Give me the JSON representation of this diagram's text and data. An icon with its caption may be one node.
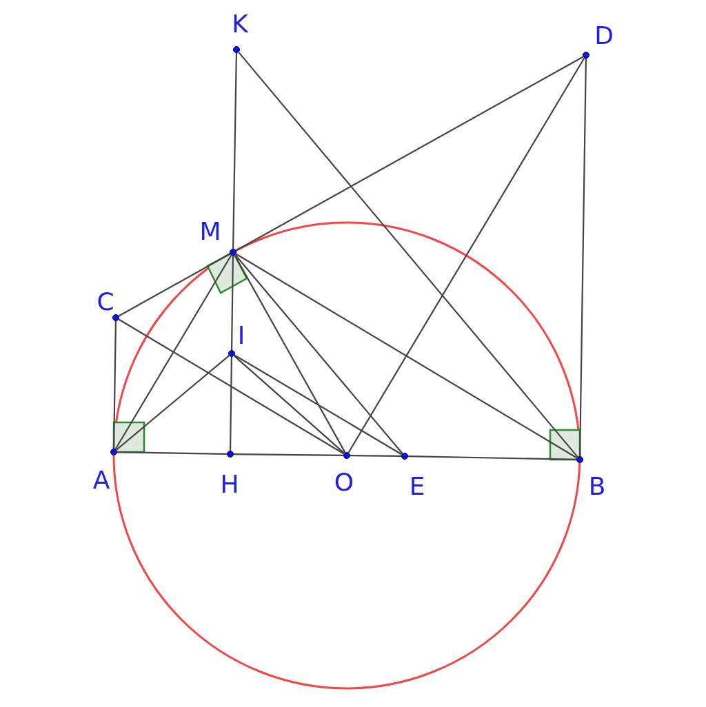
{
  "diagram": {
    "nodes": [
      {
        "text": [],
        "shape": "circle",
        "beside": [
          "K"
        ]
      },
      {
        "text": [],
        "shape": "circle",
        "beside": [
          "D"
        ]
      },
      {
        "text": [],
        "shape": "circle",
        "beside": [
          "M"
        ]
      },
      {
        "text": [],
        "shape": "circle",
        "beside": [
          "C"
        ]
      },
      {
        "text": [],
        "shape": "circle",
        "beside": [
          "I"
        ]
      },
      {
        "text": [],
        "shape": "circle",
        "beside": [
          "A"
        ]
      },
      {
        "text": [],
        "shape": "circle",
        "beside": [
          "H"
        ]
      },
      {
        "text": [],
        "shape": "circle",
        "beside": [
          "O"
        ]
      },
      {
        "text": [],
        "shape": "circle",
        "beside": [
          "E"
        ]
      },
      {
        "text": [],
        "shape": "circle",
        "beside": [
          "B"
        ]
      }
    ],
    "edges": [
      {
        "from": 0,
        "to": 2,
        "arrow": "none"
      },
      {
        "from": 2,
        "to": 4,
        "arrow": "none"
      },
      {
        "from": 4,
        "to": 6,
        "arrow": "none"
      },
      {
        "from": 0,
        "to": 9,
        "arrow": "none"
      },
      {
        "from": 1,
        "to": 2,
        "arrow": "none"
      },
      {
        "from": 2,
        "to": 3,
        "arrow": "none"
      },
      {
        "from": 1,
        "to": 7,
        "arrow": "none"
      },
      {
        "from": 1,
        "to": 9,
        "arrow": "none"
      },
      {
        "from": 3,
        "to": 5,
        "arrow": "none"
      },
      {
        "from": 3,
        "to": 7,
        "arrow": "none"
      },
      {
        "from": 2,
        "to": 5,
        "arrow": "none"
      },
      {
        "from": 2,
        "to": 9,
        "arrow": "none"
      },
      {
        "from": 2,
        "to": 7,
        "arrow": "none"
      },
      {
        "from": 2,
        "to": 8,
        "arrow": "none"
      },
      {
        "from": 5,
        "to": 4,
        "arrow": "none"
      },
      {
        "from": 4,
        "to": 7,
        "arrow": "none"
      },
      {
        "from": 4,
        "to": 8,
        "arrow": "none"
      },
      {
        "from": 5,
        "to": 6,
        "arrow": "none"
      },
      {
        "from": 6,
        "to": 7,
        "arrow": "none"
      },
      {
        "from": 7,
        "to": 8,
        "arrow": "none"
      },
      {
        "from": 8,
        "to": 9,
        "arrow": "none"
      }
    ]
  }
}
